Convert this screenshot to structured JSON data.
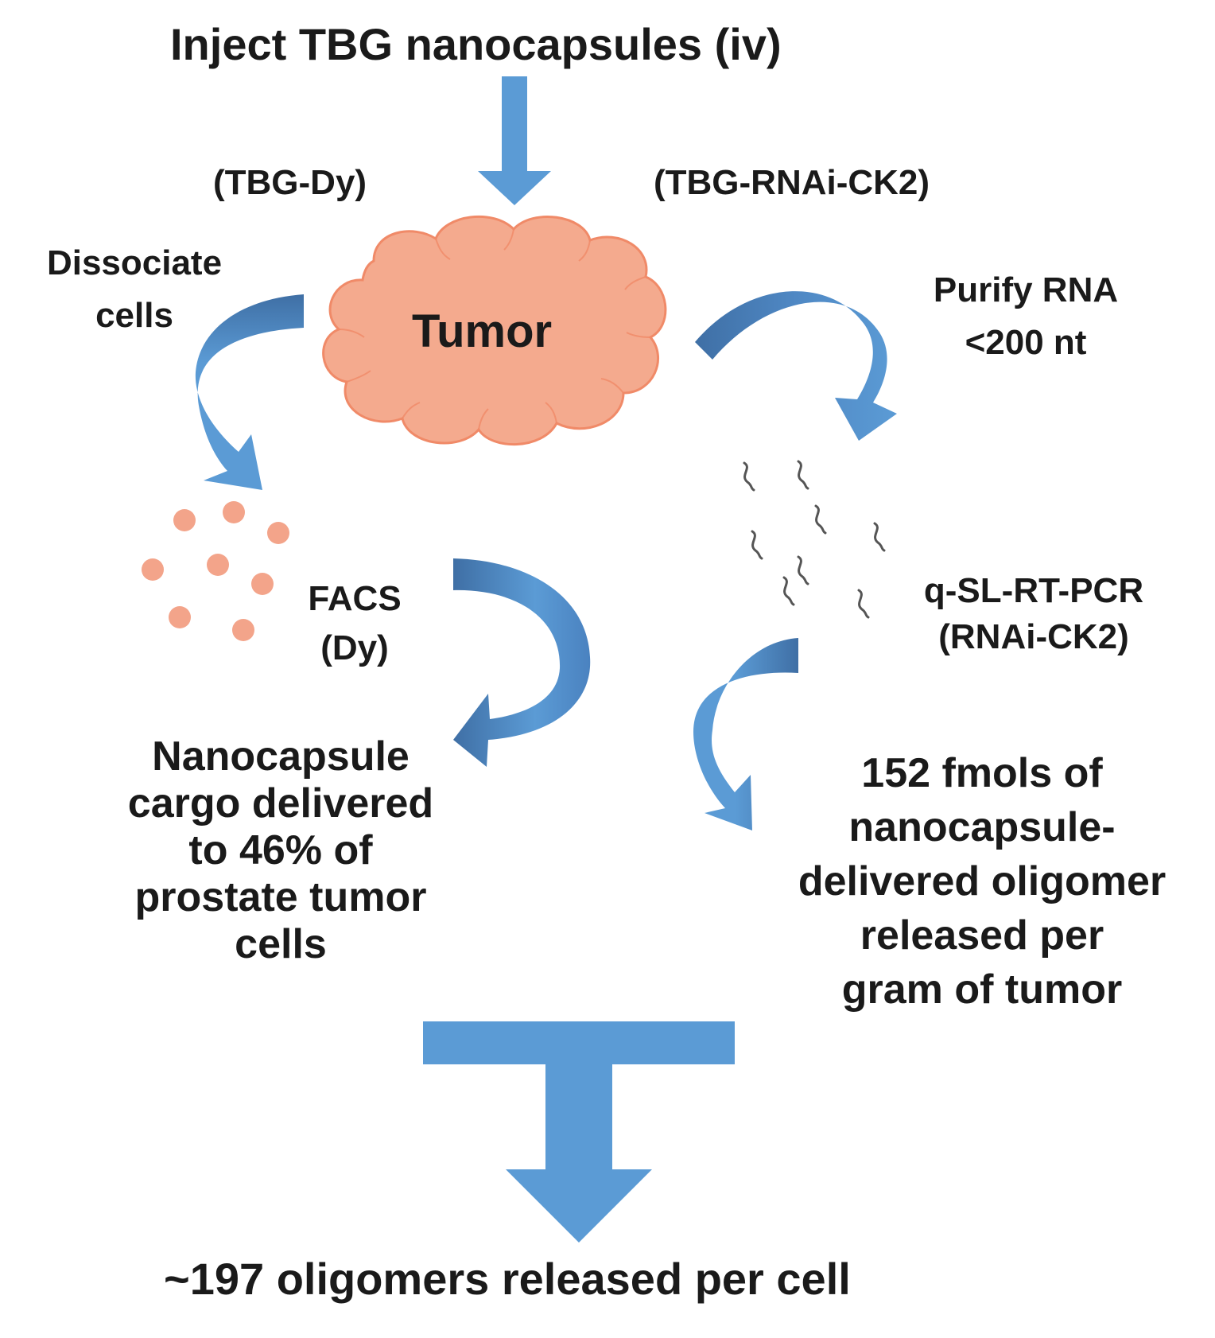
{
  "title": "Inject TBG nanocapsules (iv)",
  "labels": {
    "tbg_dy": "(TBG-Dy)",
    "tbg_rnai": "(TBG-RNAi-CK2)",
    "tumor": "Tumor",
    "dissociate": [
      "Dissociate",
      "cells"
    ],
    "purify": [
      "Purify RNA",
      "<200 nt"
    ],
    "facs": [
      "FACS",
      "(Dy)"
    ],
    "pcr": [
      "q-SL-RT-PCR",
      "(RNAi-CK2)"
    ]
  },
  "results": {
    "left": [
      "Nanocapsule",
      "cargo delivered",
      "to 46% of",
      "prostate tumor",
      "cells"
    ],
    "right": [
      "152 fmols of",
      "nanocapsule-",
      "delivered oligomer",
      "released per",
      "gram of tumor"
    ]
  },
  "final": "~197 oligomers released per cell",
  "colors": {
    "arrow": "#5B9BD5",
    "arrow_dark": "#3F6FA5",
    "tumor_fill": "#F4AA8E",
    "tumor_stroke": "#F08A68",
    "cell_dot": "#F3A48A",
    "rna_strand": "#555555"
  }
}
